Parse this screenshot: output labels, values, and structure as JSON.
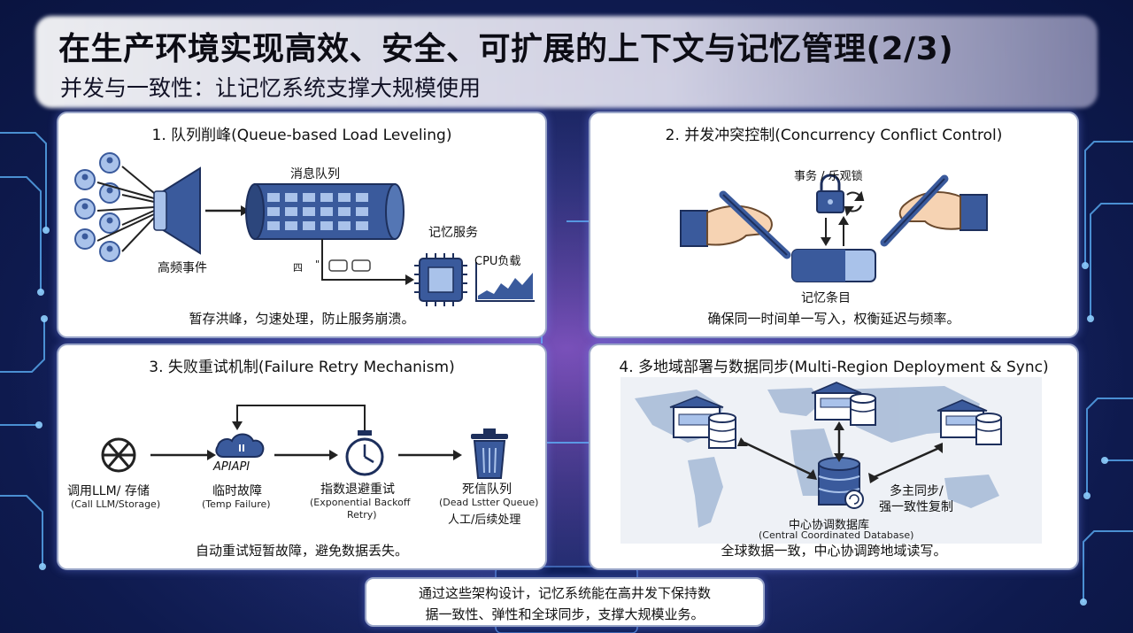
{
  "header": {
    "title": "在生产环境实现高效、安全、可扩展的上下文与记忆管理(2/3)",
    "subtitle": "并发与一致性：让记忆系统支撑大规模使用"
  },
  "panel1": {
    "title": "1. 队列削峰(Queue-based Load Leveling)",
    "events_label": "高频事件",
    "queue_label": "消息队列",
    "service_label": "记忆服务",
    "cpu_label": "CPU负载",
    "small_glyph": "四",
    "small_dots": "\"",
    "caption": "暂存洪峰，匀速处理，防止服务崩溃。"
  },
  "panel2": {
    "title": "2. 并发冲突控制(Concurrency Conflict Control)",
    "lock_label": "事务 / 乐观锁",
    "entry_label": "记忆条目",
    "caption": "确保同一时间单一写入，权衡延迟与频率。"
  },
  "panel3": {
    "title": "3. 失败重试机制(Failure  Retry Mechanism)",
    "step1_label": "调用LLM/ 存储",
    "step1_sub": "(Call LLM/Storage)",
    "api_text": "APIAPI",
    "step2_label": "临时故障",
    "step2_sub": "(Temp Failure)",
    "step3_label": "指数退避重试",
    "step3_sub1": "(Exponential Backoff",
    "step3_sub2": "Retry)",
    "step4_label": "死信队列",
    "step4_sub": "(Dead Lstter Queue)",
    "step4_extra": "人工/后续处理",
    "caption": "自动重试短暂故障，避免数据丢失。"
  },
  "panel4": {
    "title": "4.  多地域部署与数据同步(Multi-Region  Deployment & Sync)",
    "sync_label1": "多主同步/",
    "sync_label2": "强一致性复制",
    "db_label": "中心协调数据库",
    "db_sub": "(Central Coordinated Database)",
    "caption": "全球数据一致，中心协调跨地域读写。"
  },
  "footer": {
    "line1": "通过这些架构设计，记忆系统能在高井发下保持数",
    "line2": "据一致性、弹性和全球同步，支撑大规模业务。"
  },
  "colors": {
    "accent_blue": "#3a5a9c",
    "light_blue": "#a9c2ea",
    "panel_border": "#9aa6c8",
    "skin": "#f6d3b3"
  },
  "icons": [
    "user-icon",
    "megaphone-icon",
    "queue-cylinder-icon",
    "chip-icon",
    "cpu-chart-icon",
    "pen-icon",
    "lock-icon",
    "refresh-icon",
    "openai-logo-icon",
    "cloud-icon",
    "stopwatch-icon",
    "trash-icon",
    "building-icon",
    "database-icon",
    "world-map-icon"
  ]
}
